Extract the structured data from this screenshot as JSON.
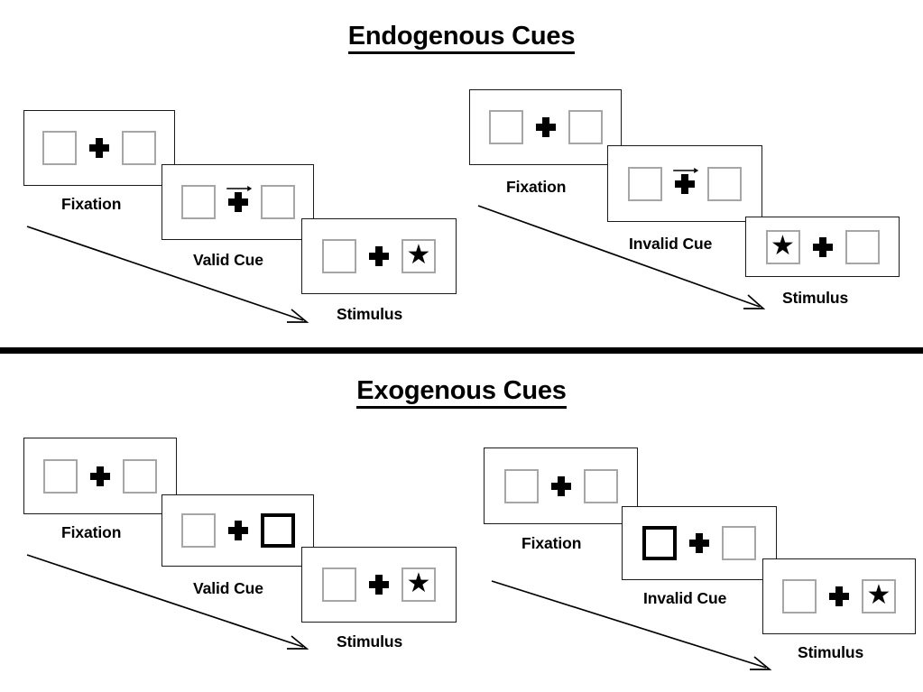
{
  "figure": {
    "sections": [
      {
        "id": "endogenous",
        "title": "Endogenous Cues",
        "sequences": [
          {
            "id": "endogenous-valid",
            "cue_type": "arrow",
            "panels": [
              {
                "label": "Fixation",
                "left_box": "empty",
                "right_box": "empty",
                "cue": "none"
              },
              {
                "label": "Valid Cue",
                "left_box": "empty",
                "right_box": "empty",
                "cue": "arrow-right"
              },
              {
                "label": "Stimulus",
                "left_box": "empty",
                "right_box": "star",
                "cue": "none"
              }
            ]
          },
          {
            "id": "endogenous-invalid",
            "cue_type": "arrow",
            "panels": [
              {
                "label": "Fixation",
                "left_box": "empty",
                "right_box": "empty",
                "cue": "none"
              },
              {
                "label": "Invalid Cue",
                "left_box": "empty",
                "right_box": "empty",
                "cue": "arrow-right"
              },
              {
                "label": "Stimulus",
                "left_box": "star",
                "right_box": "empty",
                "cue": "none"
              }
            ]
          }
        ]
      },
      {
        "id": "exogenous",
        "title": "Exogenous Cues",
        "sequences": [
          {
            "id": "exogenous-valid",
            "cue_type": "box-highlight",
            "panels": [
              {
                "label": "Fixation",
                "left_box": "empty",
                "right_box": "empty",
                "cue": "none"
              },
              {
                "label": "Valid Cue",
                "left_box": "empty",
                "right_box": "cued",
                "cue": "none"
              },
              {
                "label": "Stimulus",
                "left_box": "empty",
                "right_box": "star",
                "cue": "none"
              }
            ]
          },
          {
            "id": "exogenous-invalid",
            "cue_type": "box-highlight",
            "panels": [
              {
                "label": "Fixation",
                "left_box": "empty",
                "right_box": "empty",
                "cue": "none"
              },
              {
                "label": "Invalid Cue",
                "left_box": "cued",
                "right_box": "empty",
                "cue": "none"
              },
              {
                "label": "Stimulus",
                "left_box": "empty",
                "right_box": "star",
                "cue": "none"
              }
            ]
          }
        ]
      }
    ],
    "glyphs": {
      "star": "★",
      "fixation_cross": "plus",
      "cue_arrow": "arrow-right",
      "time_arrow": "diagonal-arrow"
    },
    "colors": {
      "ink": "#000000",
      "panel_border": "#1a1a1a",
      "box_border": "#a6a6a6",
      "cued_box_border": "#000000",
      "background": "#ffffff"
    }
  }
}
